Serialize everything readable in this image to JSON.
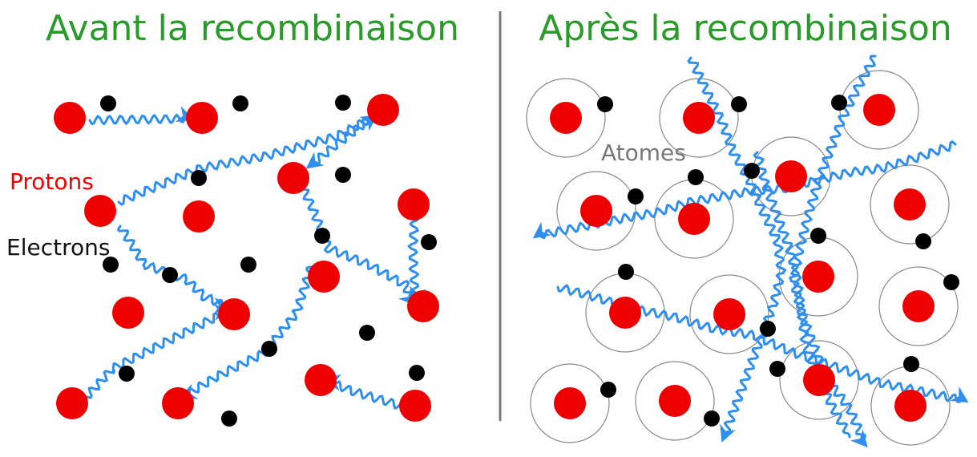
{
  "colors": {
    "title": "#2a9a2a",
    "proton": "#ee0000",
    "electron": "#000000",
    "photon": "#2f8fef",
    "orbit": "#888888",
    "divider": "#7a7a7a",
    "atomes_label": "#777777"
  },
  "left_panel": {
    "title": "Avant la recombinaison",
    "protons_label": "Protons",
    "electrons_label": "Electrons"
  },
  "right_panel": {
    "title": "Après la recombinaison",
    "atomes_label": "Atomes"
  }
}
